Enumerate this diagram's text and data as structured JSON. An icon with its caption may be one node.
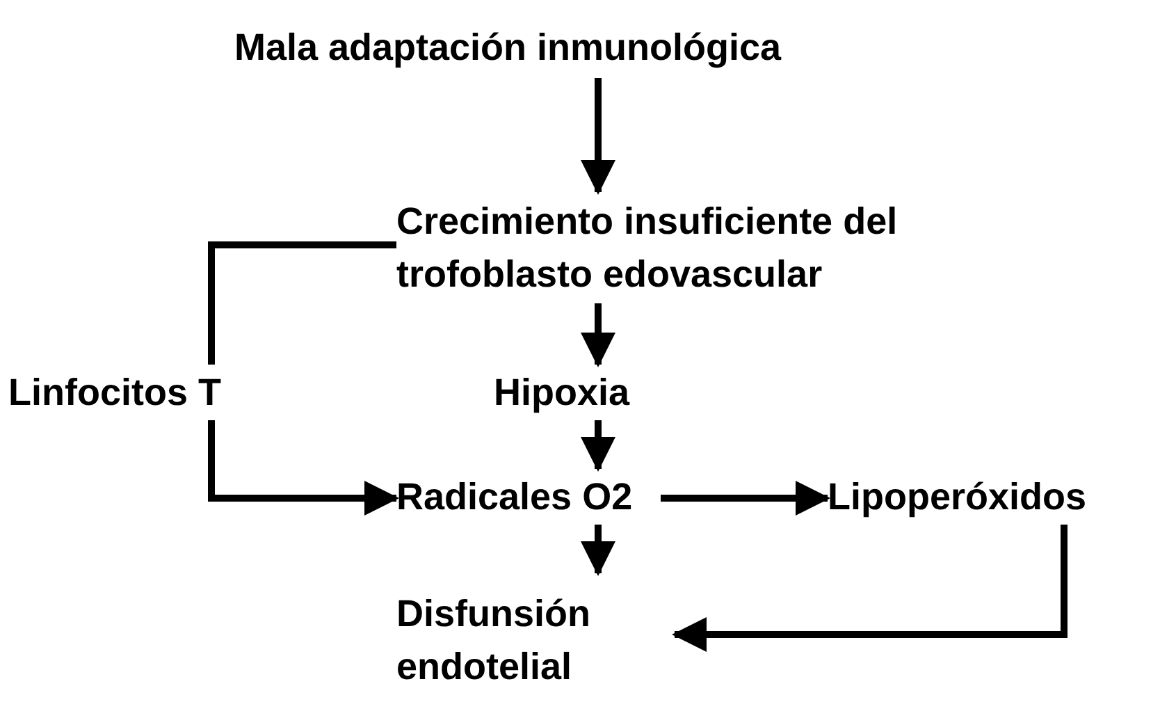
{
  "diagram": {
    "nodes": [
      {
        "text": [
          "Mala adaptación inmunológica"
        ]
      },
      {
        "text": [
          "Crecimiento insuficiente del trofoblasto edovascular"
        ]
      },
      {
        "text": [
          "Linfocitos T"
        ]
      },
      {
        "text": [
          "Hipoxia"
        ]
      },
      {
        "text": [
          "Radicales O2"
        ]
      },
      {
        "text": [
          "Lipoperóxidos"
        ]
      },
      {
        "text": [
          "Disfunsión endotelial"
        ]
      }
    ],
    "edges": [
      {
        "from": 0,
        "to": 1,
        "arrow": "to"
      },
      {
        "from": 1,
        "to": 2,
        "arrow": "none"
      },
      {
        "from": 2,
        "to": 4,
        "arrow": "to"
      },
      {
        "from": 1,
        "to": 3,
        "arrow": "to"
      },
      {
        "from": 3,
        "to": 4,
        "arrow": "to"
      },
      {
        "from": 4,
        "to": 5,
        "arrow": "to"
      },
      {
        "from": 4,
        "to": 6,
        "arrow": "to"
      },
      {
        "from": 5,
        "to": 6,
        "arrow": "to"
      }
    ]
  }
}
